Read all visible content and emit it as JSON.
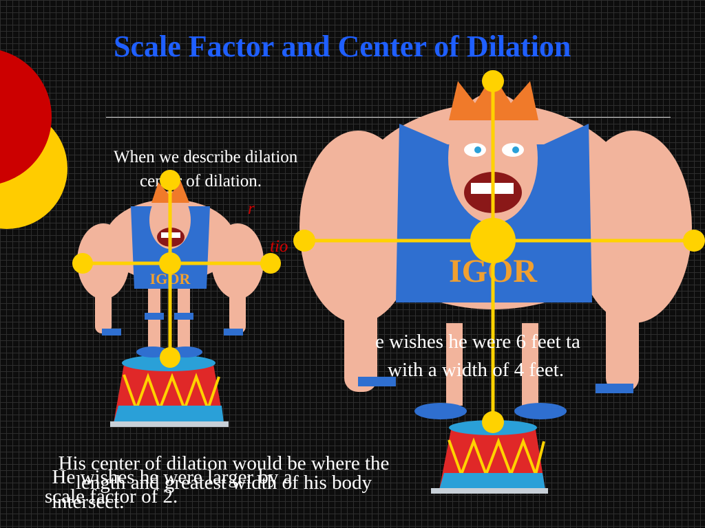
{
  "slide": {
    "title": "Scale Factor and Center of Dilation",
    "intro_line1": "When we describe dilation",
    "intro_line2": "center of dilation.",
    "red_fragment_1": "r",
    "red_fragment_2": "tio",
    "wish_line1": "e wishes he were 6 feet ta",
    "wish_line2": "with a width of 4 feet.",
    "center_caption": [
      "His center of dilation would be where the",
      "length and greatest width of his body",
      "intersect."
    ],
    "scale_caption": [
      "He wishes he were larger by a",
      "scale factor of 2."
    ]
  },
  "figures": {
    "shirt_text": "IGOR"
  },
  "colors": {
    "title": "#1f5fff",
    "marker": "#ffd200",
    "shirt": "#2f6fd0",
    "skin": "#f2b49c",
    "hair": "#f07a2a",
    "pedestal_top": "#2aa0d8",
    "pedestal_red": "#e02828",
    "left_circle_red": "#cc0000",
    "left_circle_yellow": "#ffcc00"
  }
}
